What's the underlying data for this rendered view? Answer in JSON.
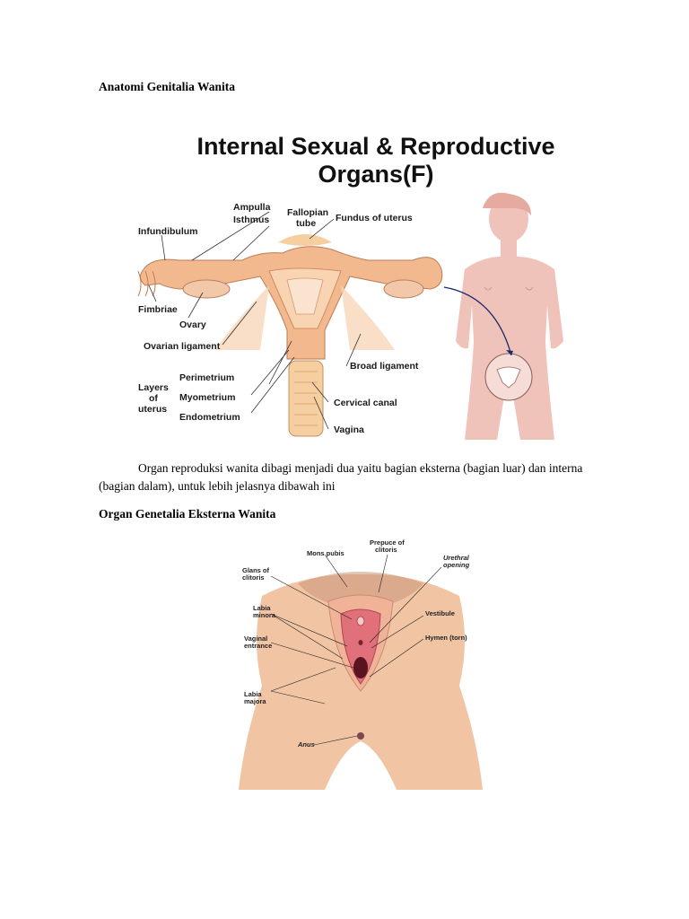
{
  "document": {
    "heading_main": "Anatomi Genitalia Wanita",
    "paragraph": "Organ reproduksi wanita dibagi menjadi dua yaitu bagian eksterna (bagian luar) dan interna (bagian dalam), untuk lebih jelasnya dibawah ini",
    "heading_external": "Organ Genetalia Eksterna Wanita"
  },
  "figure_internal": {
    "title_line1": "Internal Sexual & Reproductive",
    "title_line2": "Organs(F)",
    "labels": {
      "ampulla": "Ampulla",
      "isthmus": "Isthmus",
      "fallopian_tube_1": "Fallopian",
      "fallopian_tube_2": "tube",
      "fundus": "Fundus of uterus",
      "infundibulum": "Infundibulum",
      "fimbriae": "Fimbriae",
      "ovary": "Ovary",
      "ovarian_ligament": "Ovarian ligament",
      "layers_1": "Layers",
      "layers_2": "of",
      "layers_3": "uterus",
      "perimetrium": "Perimetrium",
      "myometrium": "Myometrium",
      "endometrium": "Endometrium",
      "broad_ligament": "Broad ligament",
      "cervical_canal": "Cervical canal",
      "vagina": "Vagina"
    }
  },
  "figure_external": {
    "labels": {
      "mons_pubis": "Mons pubis",
      "prepuce_1": "Prepuce of",
      "prepuce_2": "clitoris",
      "urethral_1": "Urethral",
      "urethral_2": "opening",
      "glans_1": "Glans of",
      "glans_2": "clitoris",
      "labia_minora_1": "Labia",
      "labia_minora_2": "minora",
      "vestibule": "Vestibule",
      "vaginal_1": "Vaginal",
      "vaginal_2": "entrance",
      "hymen": "Hymen (torn)",
      "labia_majora_1": "Labia",
      "labia_majora_2": "majora",
      "anus": "Anus"
    }
  },
  "colors": {
    "uterus": "#f3b98e",
    "uterus_light": "#f8d4b2",
    "silhouette": "#f0c3ba",
    "skin": "#f1c4a4",
    "mucosa": "#e0707a"
  }
}
